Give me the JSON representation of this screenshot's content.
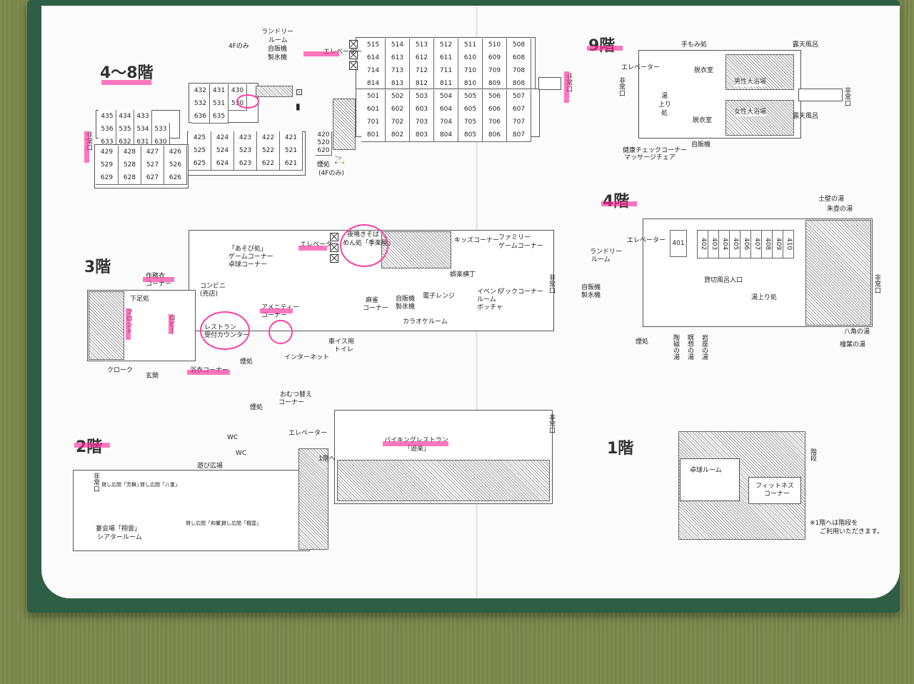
{
  "floors": {
    "f48": {
      "title": "4～8階",
      "rooms_top": [
        [
          "515",
          "514",
          "513",
          "512",
          "511",
          "510",
          "508"
        ],
        [
          "614",
          "613",
          "612",
          "611",
          "610",
          "609",
          "608"
        ],
        [
          "714",
          "713",
          "712",
          "711",
          "710",
          "709",
          "708"
        ],
        [
          "814",
          "813",
          "812",
          "811",
          "810",
          "809",
          "808"
        ]
      ],
      "rooms_mid": [
        [
          "501",
          "502",
          "503",
          "504",
          "505",
          "506",
          "507"
        ],
        [
          "601",
          "602",
          "603",
          "604",
          "605",
          "606",
          "607"
        ],
        [
          "701",
          "702",
          "703",
          "704",
          "705",
          "706",
          "707"
        ],
        [
          "801",
          "802",
          "803",
          "804",
          "805",
          "806",
          "807"
        ]
      ],
      "rooms_upper_left": [
        [
          "432",
          "431",
          "430"
        ],
        [
          "532",
          "531",
          "530"
        ],
        [
          "636",
          "635"
        ]
      ],
      "rooms_far_left": [
        [
          "435",
          "434",
          "433"
        ],
        [
          "536",
          "535",
          "534",
          "533"
        ],
        [
          "633",
          "632",
          "631",
          "630"
        ]
      ],
      "rooms_lower_right": [
        [
          "425",
          "424",
          "423",
          "422",
          "421"
        ],
        [
          "525",
          "524",
          "523",
          "522",
          "521"
        ],
        [
          "625",
          "624",
          "623",
          "622",
          "621"
        ]
      ],
      "rooms_lower_left": [
        [
          "429",
          "428",
          "427",
          "426"
        ],
        [
          "529",
          "528",
          "527",
          "526"
        ],
        [
          "629",
          "628",
          "627",
          "626"
        ]
      ],
      "rooms_stack": [
        "420",
        "520",
        "620"
      ],
      "labels": {
        "only4f": "4Fのみ",
        "laundry": "ランドリー",
        "room": "ルーム",
        "vending": "自販機",
        "ice": "製氷機",
        "elevator": "エレベーター",
        "exit": "非常口",
        "smoking": "煙処",
        "smoking_note": "(4Fのみ)"
      }
    },
    "f9": {
      "title": "9階",
      "labels": {
        "massage": "手もみ処",
        "outdoor_bath": "露天風呂",
        "elevator": "エレベーター",
        "exit": "非常口",
        "dressing": "脱衣室",
        "men_bath": "男性大浴場",
        "yuagari_1": "湯",
        "yuagari_2": "上り",
        "yuagari_3": "処",
        "women_bath": "女性大浴場",
        "vending": "自販機",
        "health": "健康チェックコーナー",
        "massage_chair": "マッサージチェア"
      }
    },
    "f3": {
      "title": "3階",
      "labels": {
        "asobi": "「あそび処」",
        "game": "ゲームコーナー",
        "pingpong": "卓球コーナー",
        "elevator": "エレベーター",
        "soba_1": "夜鳴きそば",
        "soba_2": "めん処「季楽屋」",
        "kids": "キッズコーナー",
        "family_1": "ファミリー",
        "family_2": "ゲームコーナー",
        "samue_1": "作務衣",
        "samue_2": "コーナー",
        "conveni_1": "コンビニ",
        "conveni_2": "(売店)",
        "yokocho": "娯楽横丁",
        "exit": "非常口",
        "shoes": "下足処",
        "front": "フロント",
        "lobby": "ロビー",
        "amenity_1": "アメニティー",
        "amenity_2": "コーナー",
        "mahjong_1": "麻雀",
        "mahjong_2": "コーナー",
        "vending_1": "自販機",
        "vending_2": "製氷機",
        "microwave": "電子レンジ",
        "event_1": "イベント",
        "event_2": "ルーム",
        "event_3": "ボッチャ",
        "book": "ブックコーナー",
        "restaurant_1": "レストラン",
        "restaurant_2": "受付カウンター",
        "karaoke": "カラオケルーム",
        "wheelchair_1": "車イス用",
        "wheelchair_2": "トイレ",
        "cloak": "クローク",
        "entrance": "玄関",
        "smoking": "煙処",
        "internet": "インターネット",
        "yukata": "浴衣コーナー"
      }
    },
    "f4": {
      "title": "4階",
      "rooms": [
        "402",
        "403",
        "404",
        "405",
        "406",
        "407",
        "408",
        "409",
        "410"
      ],
      "room401": "401",
      "labels": {
        "tsuchikabe": "土壁の湯",
        "shudsubo": "朱壺の湯",
        "elevator": "エレベーター",
        "laundry_1": "ランドリー",
        "laundry_2": "ルーム",
        "vending": "自販機",
        "ice": "製氷機",
        "private_bath": "貸切風呂入口",
        "exit": "非常口",
        "yuagari": "湯上り処",
        "smoking": "煙処",
        "hakkaku": "八角の湯",
        "hinoki": "檜葉の湯",
        "toji": "陶磁の湯",
        "meiso": "瞑想の湯",
        "ganza": "岩座の湯"
      }
    },
    "f2": {
      "title": "2階",
      "labels": {
        "smoking": "煙処",
        "diaper_1": "おむつ替え",
        "diaper_2": "コーナー",
        "exit": "非常口",
        "elevator": "エレベーター",
        "buffet_1": "バイキングレストラン",
        "buffet_2": "「遊楽」",
        "to1f": "1階へ",
        "play": "遊び広場",
        "room_hoshun": "貸し広間「芳舞」",
        "room_yae": "貸し広間「八重」",
        "banquet_1": "宴会場「翔雲」",
        "banquet_2": "シアタールーム",
        "room_wakyo": "貸し広間「和響」",
        "room_kaede": "貸し広間「楓雲」",
        "wc": "WC"
      }
    },
    "f1": {
      "title": "1階",
      "labels": {
        "stairs": "階段",
        "pingpong": "卓球ルーム",
        "fitness_1": "フィットネス",
        "fitness_2": "コーナー",
        "note_1": "※1階へは階段を",
        "note_2": "ご利用いただきます。"
      }
    }
  },
  "colors": {
    "folder": "#2f5e46",
    "highlight": "#ff2f9b",
    "paper": "#fbfbfb",
    "mat": "#7d8a4f"
  }
}
